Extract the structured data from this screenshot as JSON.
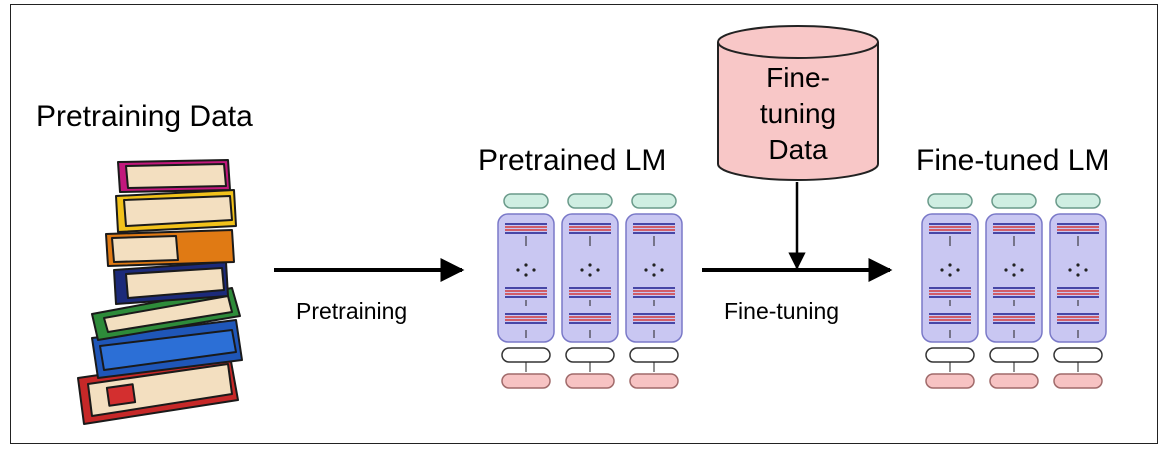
{
  "labels": {
    "pretraining_data": "Pretraining Data",
    "pretraining_step": "Pretraining",
    "pretrained_lm": "Pretrained LM",
    "finetuning_data": [
      "Fine-",
      "tuning",
      "Data"
    ],
    "finetuning_step": "Fine-tuning",
    "finetuned_lm": "Fine-tuned LM"
  },
  "colors": {
    "column_fill": "#c9c7f2",
    "column_stroke": "#7a79c8",
    "output_token": "#cfeee2",
    "input_token": "#f7c3c3",
    "data_cylinder": "#f8c7c7",
    "layer_line_blue": "#1c1c8c",
    "layer_line_red": "#d23a3a"
  },
  "icons": {
    "books": "stack-of-books-icon",
    "model": "transformer-columns-icon",
    "data": "database-cylinder-icon"
  }
}
